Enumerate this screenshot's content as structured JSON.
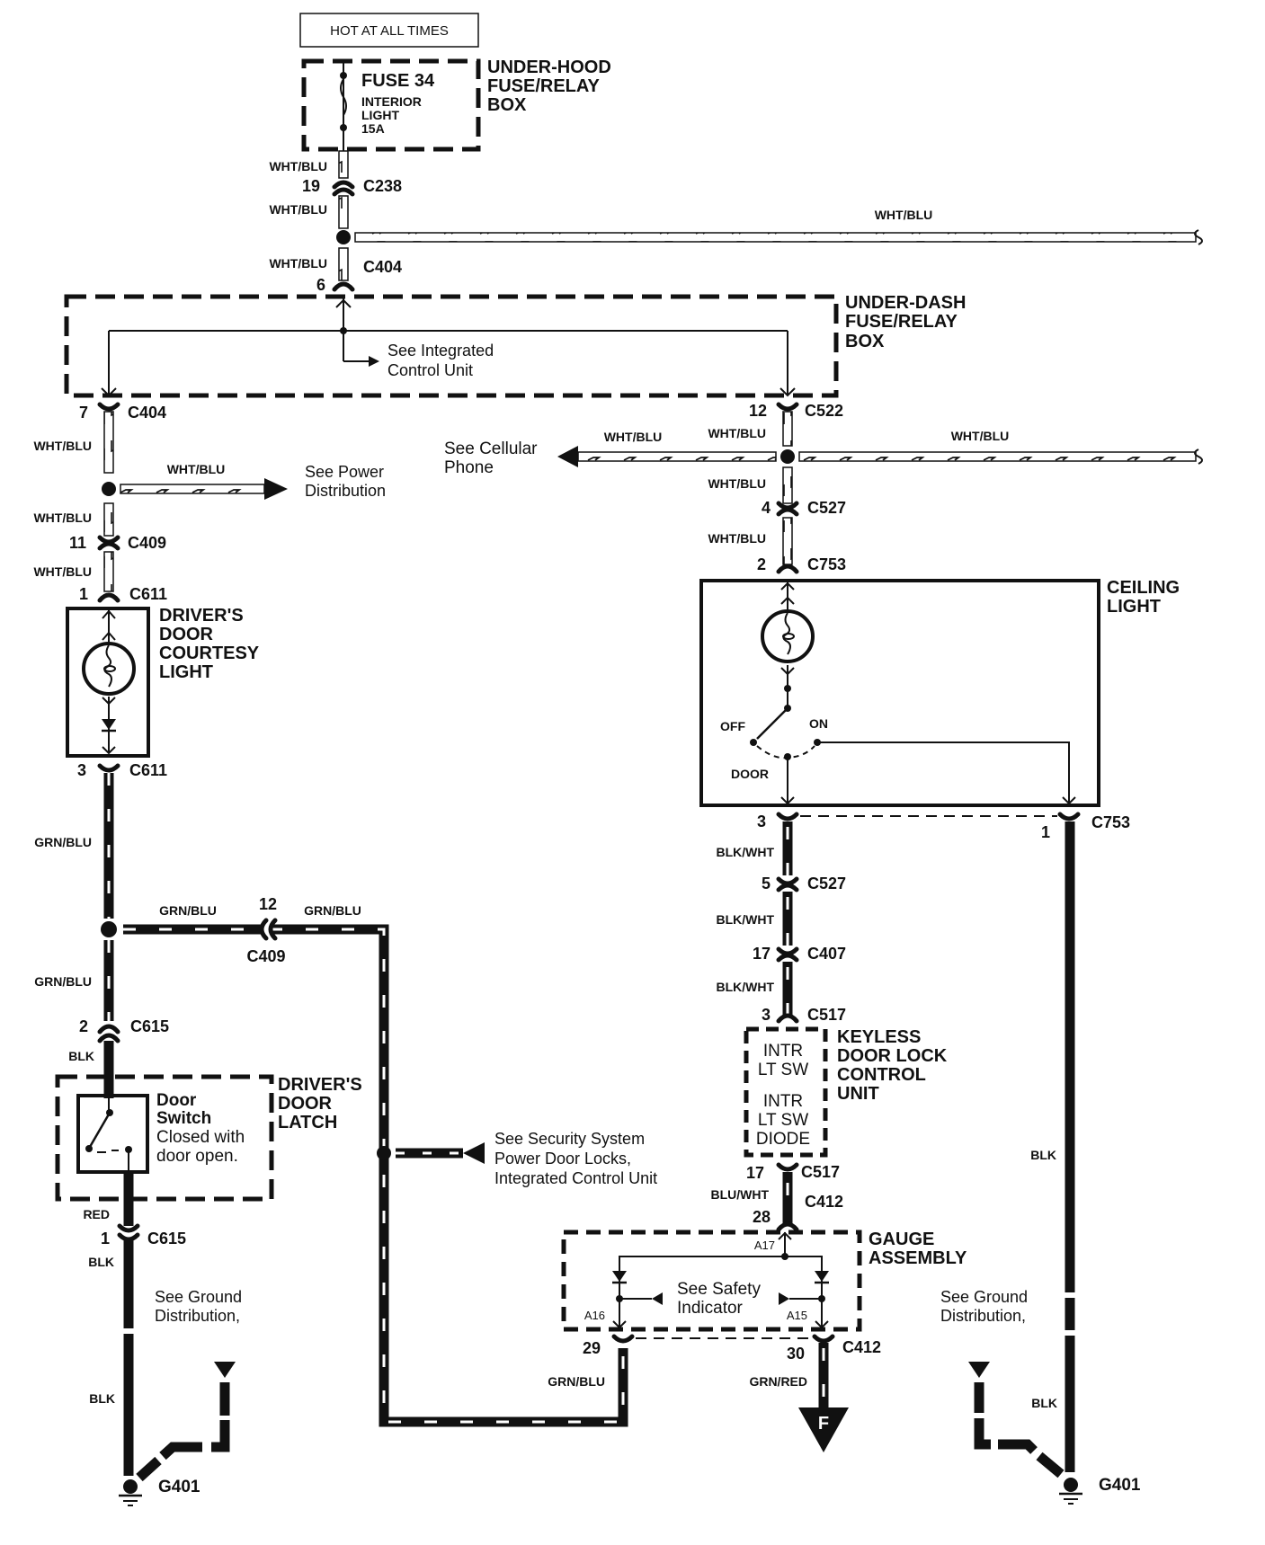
{
  "diagram": {
    "title_box": "HOT AT ALL TIMES",
    "under_hood_box": {
      "name": [
        "UNDER-HOOD",
        "FUSE/RELAY",
        "BOX"
      ],
      "fuse_label": "FUSE 34",
      "fuse_desc": [
        "INTERIOR",
        "LIGHT",
        "15A"
      ]
    },
    "under_dash_box": {
      "name": [
        "UNDER-DASH",
        "FUSE/RELAY",
        "BOX"
      ],
      "ref": [
        "See  Integrated",
        "Control Unit"
      ]
    },
    "wire_colors": {
      "wht_blu": "WHT/BLU",
      "grn_blu": "GRN/BLU",
      "blk": "BLK",
      "blk_wht": "BLK/WHT",
      "blu_wht": "BLU/WHT",
      "red": "RED",
      "grn_red": "GRN/RED"
    },
    "connectors": {
      "c238": {
        "id": "C238",
        "pin": "19"
      },
      "c404_top": {
        "id": "C404",
        "pin": "6"
      },
      "c404_left": {
        "id": "C404",
        "pin": "7"
      },
      "c522": {
        "id": "C522",
        "pin": "12"
      },
      "c527_top": {
        "id": "C527",
        "pin": "4"
      },
      "c753_top": {
        "id": "C753",
        "pin": "2"
      },
      "c409_left": {
        "id": "C409",
        "pin": "11"
      },
      "c611_top": {
        "id": "C611",
        "pin": "1"
      },
      "c611_bot": {
        "id": "C611",
        "pin": "3"
      },
      "c409_mid": {
        "id": "C409",
        "pin": "12"
      },
      "c615_top": {
        "id": "C615",
        "pin": "2"
      },
      "c615_bot": {
        "id": "C615",
        "pin": "1"
      },
      "c753_bot_left": {
        "id": "",
        "pin": "3"
      },
      "c753_bot_right": {
        "id": "C753",
        "pin": "1"
      },
      "c527_bot": {
        "id": "C527",
        "pin": "5"
      },
      "c407": {
        "id": "C407",
        "pin": "17"
      },
      "c517_top": {
        "id": "C517",
        "pin": "3"
      },
      "c517_bot": {
        "id": "C517",
        "pin": "17"
      },
      "c412_top": {
        "id": "C412",
        "pin": "28"
      },
      "c412_left": {
        "id": "",
        "pin": "29"
      },
      "c412_right": {
        "id": "C412",
        "pin": "30"
      }
    },
    "refs": {
      "power_distribution": [
        "See Power",
        "Distribution"
      ],
      "cellular_phone": [
        "See Cellular",
        "Phone"
      ],
      "security_system": [
        "See Security System",
        "Power Door Locks,",
        "Integrated Control Unit"
      ],
      "ground_left": [
        "See Ground",
        "Distribution,"
      ],
      "ground_right": [
        "See Ground",
        "Distribution,"
      ],
      "safety_indicator": [
        "See Safety",
        "Indicator"
      ]
    },
    "components": {
      "courtesy_light": [
        "DRIVER'S",
        "DOOR",
        "COURTESY",
        "LIGHT"
      ],
      "ceiling_light": {
        "name": [
          "CEILING",
          "LIGHT"
        ],
        "switch_off": "OFF",
        "switch_on": "ON",
        "switch_door": "DOOR"
      },
      "door_latch": {
        "name": [
          "DRIVER'S",
          "DOOR",
          "LATCH"
        ],
        "switch_title": [
          "Door",
          "Switch"
        ],
        "switch_desc": [
          "Closed with",
          "door open."
        ]
      },
      "keyless_unit": {
        "name": [
          "KEYLESS",
          "DOOR LOCK",
          "CONTROL",
          "UNIT"
        ],
        "inner": [
          "INTR",
          "LT SW",
          "INTR",
          "LT SW",
          "DIODE"
        ]
      },
      "gauge_assembly": {
        "name": [
          "GAUGE",
          "ASSEMBLY"
        ],
        "pins": {
          "a17": "A17",
          "a16": "A16",
          "a15": "A15"
        }
      }
    },
    "grounds": {
      "left": "G401",
      "right": "G401",
      "f_marker": "F"
    }
  }
}
